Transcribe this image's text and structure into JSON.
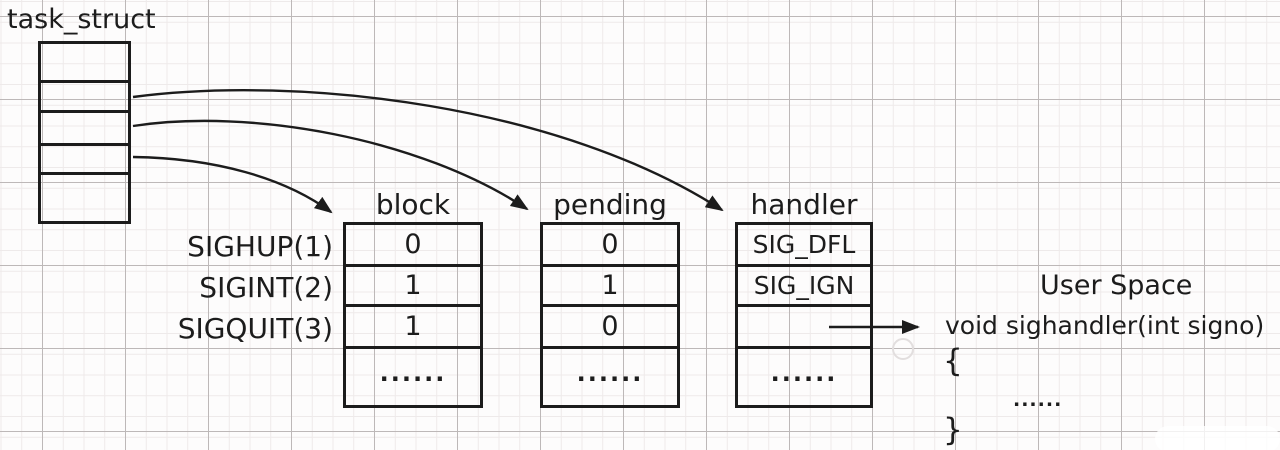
{
  "diagram_title": "task_struct",
  "task_struct": {
    "label": "task_struct",
    "cell_count": 5
  },
  "signal_rows": [
    "SIGHUP(1)",
    "SIGINT(2)",
    "SIGQUIT(3)"
  ],
  "columns": [
    {
      "header": "block",
      "cells": [
        "0",
        "1",
        "1"
      ],
      "ellipsis": "......"
    },
    {
      "header": "pending",
      "cells": [
        "0",
        "1",
        "0"
      ],
      "ellipsis": "......"
    },
    {
      "header": "handler",
      "cells": [
        "SIG_DFL",
        "SIG_IGN",
        ""
      ],
      "ellipsis": "......"
    }
  ],
  "user_space": {
    "title": "User Space",
    "signature": "void sighandler(int signo)",
    "open_brace": "{",
    "body_ellipsis": "......",
    "close_brace": "}"
  },
  "colors": {
    "ink": "#1c1c1c",
    "grid_major": "#bdb8b8",
    "grid_minor": "#eeeaea",
    "paper": "#fdfcfc"
  }
}
